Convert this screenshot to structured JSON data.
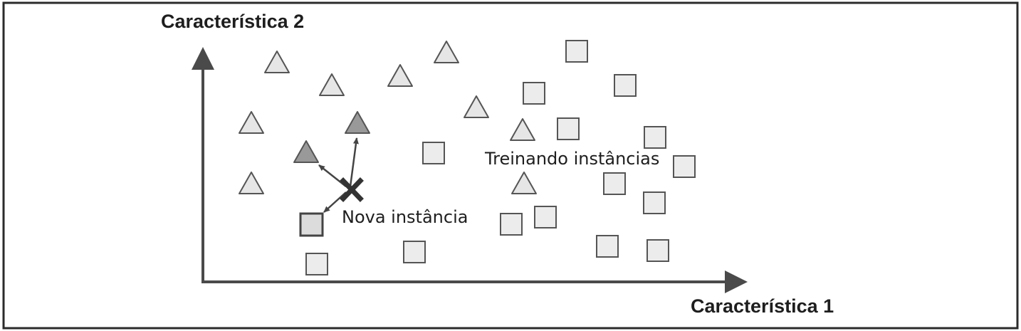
{
  "figure": {
    "y_axis_label": "Característica 2",
    "x_axis_label": "Característica 1",
    "new_instance_label": "Nova instância",
    "training_label": "Treinando instâncias"
  },
  "colors": {
    "border": "#2b2b2b",
    "axis": "#4a4a4a",
    "triangle_fill": "#e6e6e6",
    "triangle_highlight_fill": "#999999",
    "square_fill": "#ececec",
    "square_highlight_fill": "#dcdcdc",
    "shape_stroke": "#555555",
    "new_instance": "#333333"
  },
  "icons": {
    "new_instance": "x-mark-icon",
    "class_a": "triangle-icon",
    "class_b": "square-icon"
  }
}
